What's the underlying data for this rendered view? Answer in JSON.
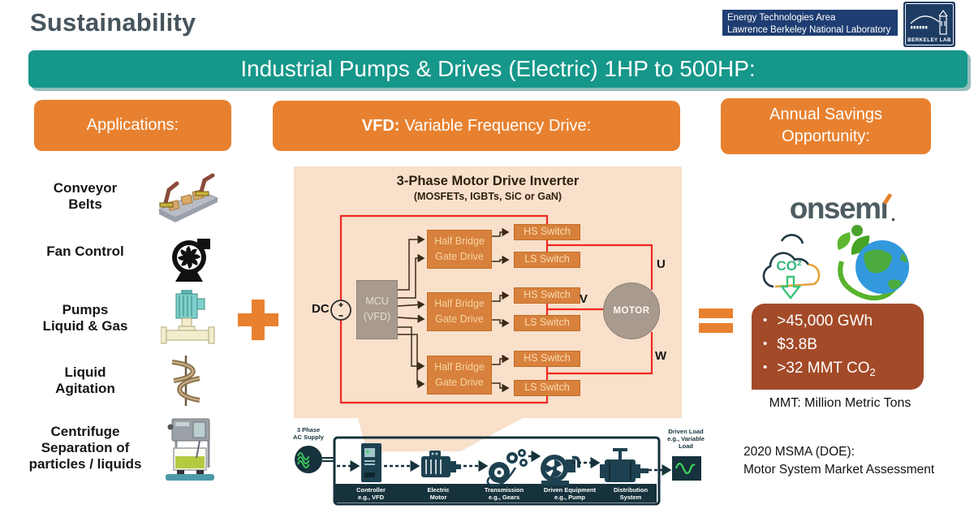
{
  "slide": {
    "title": "Sustainability",
    "banner": "Industrial Pumps & Drives (Electric) 1HP to 500HP:"
  },
  "badges": {
    "eta_line1": "Energy Technologies Area",
    "eta_line2": "Lawrence Berkeley National Laboratory",
    "berkeley_lab": "BERKELEY LAB"
  },
  "applications": {
    "header": "Applications:",
    "items": [
      {
        "label": "Conveyor\nBelts",
        "icon": "conveyor-belt-icon"
      },
      {
        "label": "Fan Control",
        "icon": "fan-icon"
      },
      {
        "label": "Pumps\nLiquid & Gas",
        "icon": "pump-icon"
      },
      {
        "label": "Liquid\nAgitation",
        "icon": "agitator-icon"
      },
      {
        "label": "Centrifuge\nSeparation of\nparticles / liquids",
        "icon": "centrifuge-icon"
      }
    ]
  },
  "vfd": {
    "header_bold": "VFD:",
    "header_rest": "Variable Frequency Drive:",
    "inverter_title": "3-Phase Motor Drive Inverter",
    "inverter_subtitle": "(MOSFETs, IGBTs, SiC or GaN)",
    "dc_label": "DC",
    "mcu_line1": "MCU",
    "mcu_line2": "(VFD)",
    "gate_drive_line1": "Half Bridge",
    "gate_drive_line2": "Gate Drive",
    "hs_switch": "HS Switch",
    "ls_switch": "LS Switch",
    "motor": "MOTOR",
    "phase_u": "U",
    "phase_v": "V",
    "phase_w": "W"
  },
  "drivetrain": {
    "supply_line1": "3 Phase",
    "supply_line2": "AC Supply",
    "stations": [
      {
        "line1": "Controller",
        "line2": "e.g., VFD",
        "icon": "vfd-controller-icon"
      },
      {
        "line1": "Electric",
        "line2": "Motor",
        "icon": "electric-motor-icon"
      },
      {
        "line1": "Transmission",
        "line2": "e.g., Gears",
        "icon": "gears-icon"
      },
      {
        "line1": "Driven Equipment",
        "line2": "e.g., Pump",
        "icon": "driven-pump-icon"
      },
      {
        "line1": "Distribution",
        "line2": "System",
        "icon": "distribution-system-icon"
      }
    ],
    "load_line1": "Driven Load",
    "load_line2": "e.g., Variable",
    "load_line3": "Load"
  },
  "savings": {
    "header_line1": "Annual Savings",
    "header_line2": "Opportunity:",
    "brand_main": "onsem",
    "brand_i": "ı",
    "co2_cloud_text": "CO²",
    "bullets": {
      "b1": ">45,000 GWh",
      "b2": "$3.8B",
      "b3_main": ">32 MMT CO",
      "b3_sub": "2"
    },
    "footnote": "MMT: Million Metric Tons",
    "source_line1": "2020 MSMA (DOE):",
    "source_line2": "Motor System Market Assessment"
  },
  "icons": {
    "plus": "plus-icon",
    "equals": "equals-icon",
    "co2": "co2-cloud-icon",
    "globe": "globe-leaves-icon",
    "berkeley": "berkeley-lab-logo",
    "ac_supply": "ac-supply-icon",
    "variable_load": "variable-load-icon"
  },
  "colors": {
    "teal_banner": "#15978a",
    "orange": "#e8812f",
    "peach_panel": "#f8e0cb",
    "brown_box": "#a34a28",
    "navy": "#1e3d72",
    "dark_teal": "#16323c",
    "wire_red": "#f0281e",
    "signal_green": "#3ecf5e"
  }
}
